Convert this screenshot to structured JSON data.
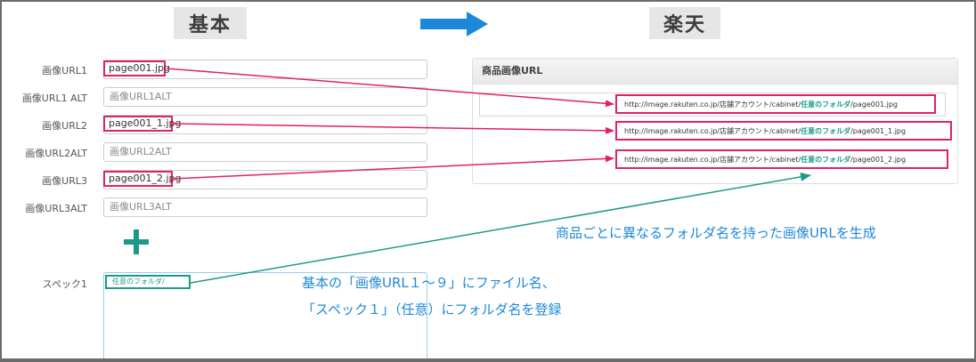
{
  "headers": {
    "left": "基本",
    "right": "楽天"
  },
  "form": {
    "rows": [
      {
        "label": "画像URL1",
        "value": "page001.jpg",
        "placeholder": ""
      },
      {
        "label": "画像URL1 ALT",
        "value": "",
        "placeholder": "画像URL1ALT"
      },
      {
        "label": "画像URL2",
        "value": "page001_1.jpg",
        "placeholder": ""
      },
      {
        "label": "画像URL2ALT",
        "value": "",
        "placeholder": "画像URL2ALT"
      },
      {
        "label": "画像URL3",
        "value": "page001_2.jpg",
        "placeholder": ""
      },
      {
        "label": "画像URL3ALT",
        "value": "",
        "placeholder": "画像URL3ALT"
      }
    ],
    "spec": {
      "label": "スペック1",
      "value": "任意のフォルダ/"
    }
  },
  "panel": {
    "title": "商品画像URL",
    "urls": [
      {
        "prefix": "http://image.rakuten.co.jp/店舗アカウント/cabinet/",
        "folder": "任意のフォルダ",
        "file": "/page001.jpg"
      },
      {
        "prefix": "http://image.rakuten.co.jp/店舗アカウント/cabinet/",
        "folder": "任意のフォルダ",
        "file": "/page001_1.jpg"
      },
      {
        "prefix": "http://image.rakuten.co.jp/店舗アカウント/cabinet/",
        "folder": "任意のフォルダ",
        "file": "/page001_2.jpg"
      }
    ]
  },
  "notes": {
    "result": "商品ごとに異なるフォルダ名を持った画像URLを生成",
    "line1": "基本の「画像URL１～９」にファイル名、",
    "line2": "「スペック１」（任意）にフォルダ名を登録"
  },
  "colors": {
    "highlight": "#e0206a",
    "folder": "#1d9a86",
    "arrow": "#1e88d8",
    "note": "#1e88d8"
  }
}
